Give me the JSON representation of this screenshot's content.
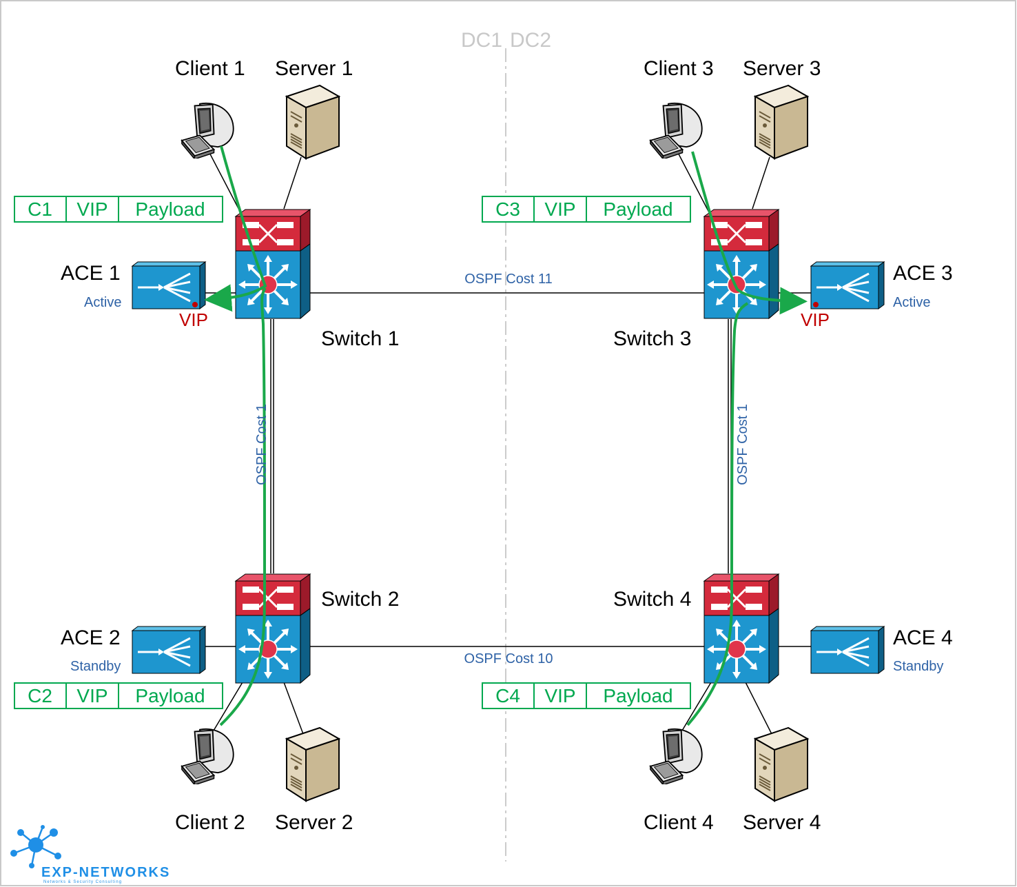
{
  "dc_labels": {
    "dc1": "DC1",
    "dc2": "DC2"
  },
  "clients": [
    {
      "label": "Client 1"
    },
    {
      "label": "Client 2"
    },
    {
      "label": "Client 3"
    },
    {
      "label": "Client 4"
    }
  ],
  "servers": [
    {
      "label": "Server 1"
    },
    {
      "label": "Server 2"
    },
    {
      "label": "Server 3"
    },
    {
      "label": "Server 4"
    }
  ],
  "switches": [
    {
      "label": "Switch 1"
    },
    {
      "label": "Switch 2"
    },
    {
      "label": "Switch 3"
    },
    {
      "label": "Switch 4"
    }
  ],
  "aces": [
    {
      "label": "ACE 1",
      "state": "Active"
    },
    {
      "label": "ACE 2",
      "state": "Standby"
    },
    {
      "label": "ACE 3",
      "state": "Active"
    },
    {
      "label": "ACE 4",
      "state": "Standby"
    }
  ],
  "vip_label": "VIP",
  "links": {
    "top": "OSPF Cost 11",
    "bottom": "OSPF Cost 10",
    "left": "OSPF Cost 1",
    "right": "OSPF Cost 1"
  },
  "packets": [
    {
      "src": "C1",
      "dst": "VIP",
      "payload": "Payload"
    },
    {
      "src": "C2",
      "dst": "VIP",
      "payload": "Payload"
    },
    {
      "src": "C3",
      "dst": "VIP",
      "payload": "Payload"
    },
    {
      "src": "C4",
      "dst": "VIP",
      "payload": "Payload"
    }
  ],
  "logo": {
    "name": "EXP-NETWORKS",
    "tagline": "Networks & Security Consulting"
  },
  "colors": {
    "flow": "#1aa84a",
    "switch_red": "#d42a3c",
    "switch_blue": "#1e96cf",
    "ace_blue": "#1e96cf",
    "vip_red": "#c00000",
    "state_blue": "#2e62a6",
    "packet_green": "#00a84f"
  }
}
